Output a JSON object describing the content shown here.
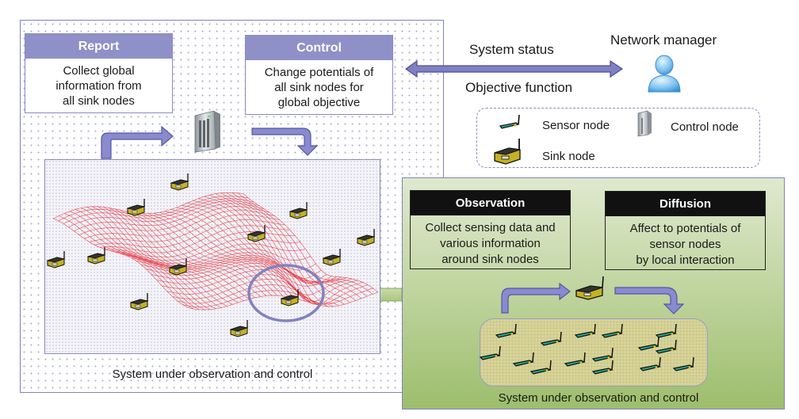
{
  "report": {
    "title": "Report",
    "lines": [
      "Collect global",
      "information from",
      "all sink nodes"
    ]
  },
  "control": {
    "title": "Control",
    "lines": [
      "Change potentials of",
      "all sink nodes for",
      "global objective"
    ]
  },
  "arrow_labels": {
    "upper": "System status",
    "lower": "Objective function"
  },
  "network_manager": {
    "label": "Network manager",
    "icon": "user-icon"
  },
  "legend": {
    "items": [
      {
        "icon": "sensor-node-icon",
        "label": "Sensor node"
      },
      {
        "icon": "control-node-icon",
        "label": "Control node"
      },
      {
        "icon": "sink-node-icon",
        "label": "Sink node"
      }
    ]
  },
  "left_panel": {
    "caption": "System under observation and control"
  },
  "observation": {
    "title": "Observation",
    "lines": [
      "Collect sensing data and",
      "various information",
      "around sink nodes"
    ]
  },
  "diffusion": {
    "title": "Diffusion",
    "lines": [
      "Affect to potentials of",
      "sensor nodes",
      "by local interaction"
    ]
  },
  "right_panel": {
    "caption": "System under observation and control"
  },
  "colors": {
    "purple_accent": "#9090c8",
    "black_header": "#111111",
    "green_panel": "#b5cd8d",
    "mesh_red": "#e8323c"
  }
}
